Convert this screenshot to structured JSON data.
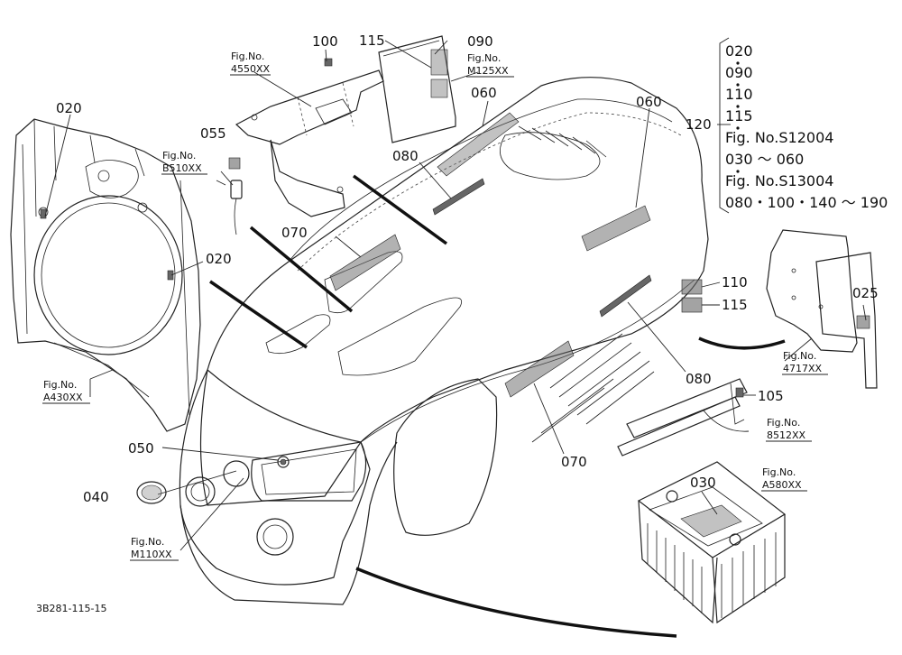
{
  "diagram": {
    "part_numbers": {
      "p020a": "020",
      "p020b": "020",
      "p055": "055",
      "p100": "100",
      "p115a": "115",
      "p090": "090",
      "p060a": "060",
      "p060b": "060",
      "p080a": "080",
      "p080b": "080",
      "p070a": "070",
      "p070b": "070",
      "p110": "110",
      "p115b": "115",
      "p025": "025",
      "p105": "105",
      "p030": "030",
      "p050": "050",
      "p040": "040",
      "p120": "120"
    },
    "fig_refs": {
      "f4550": {
        "label": "Fig.No.",
        "code": "4550XX"
      },
      "fM125": {
        "label": "Fig.No.",
        "code": "M125XX"
      },
      "fB510": {
        "label": "Fig.No.",
        "code": "B510XX"
      },
      "fA430": {
        "label": "Fig.No.",
        "code": "A430XX"
      },
      "f4717": {
        "label": "Fig.No.",
        "code": "4717XX"
      },
      "f8512": {
        "label": "Fig.No.",
        "code": "8512XX"
      },
      "fA580": {
        "label": "Fig.No.",
        "code": "A580XX"
      },
      "fM110": {
        "label": "Fig.No.",
        "code": "M110XX"
      }
    },
    "set_list": {
      "l1": "020",
      "l2": "090",
      "l3": "110",
      "l4": "115",
      "l5": "Fig. No.S12004",
      "l6": "030 ～ 060",
      "l7": "Fig. No.S13004",
      "l8": "080・100・140 ～ 190"
    },
    "footer_code": "3B281-115-15"
  }
}
